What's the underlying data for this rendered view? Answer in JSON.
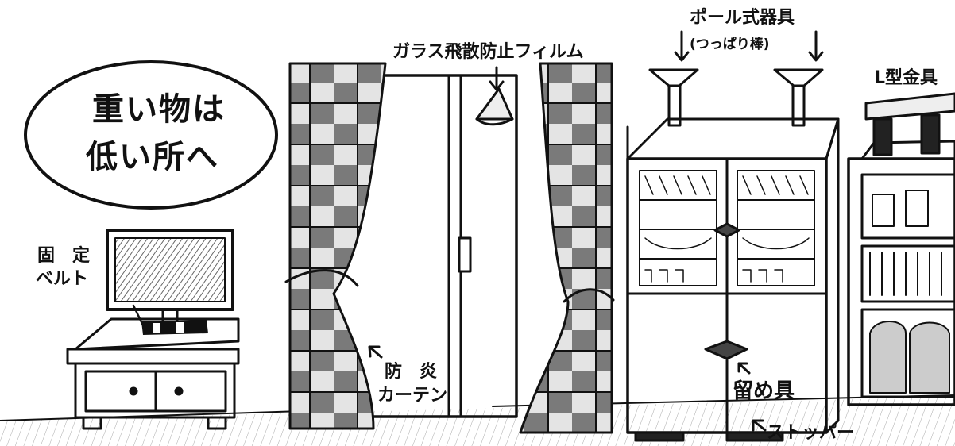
{
  "labels": {
    "heavy_line1": "重い物は",
    "heavy_line2": "低い所へ",
    "belt_line1": "固　定",
    "belt_line2": "ベルト",
    "film": "ガラス飛散防止フィルム",
    "curtain_line1": "防　炎",
    "curtain_line2": "カーテン",
    "pole": "ポール式器具",
    "pole_sub": "(つっぱり棒)",
    "bracket": "L型金具",
    "latch": "留め具",
    "stopper": "ストッパー"
  }
}
